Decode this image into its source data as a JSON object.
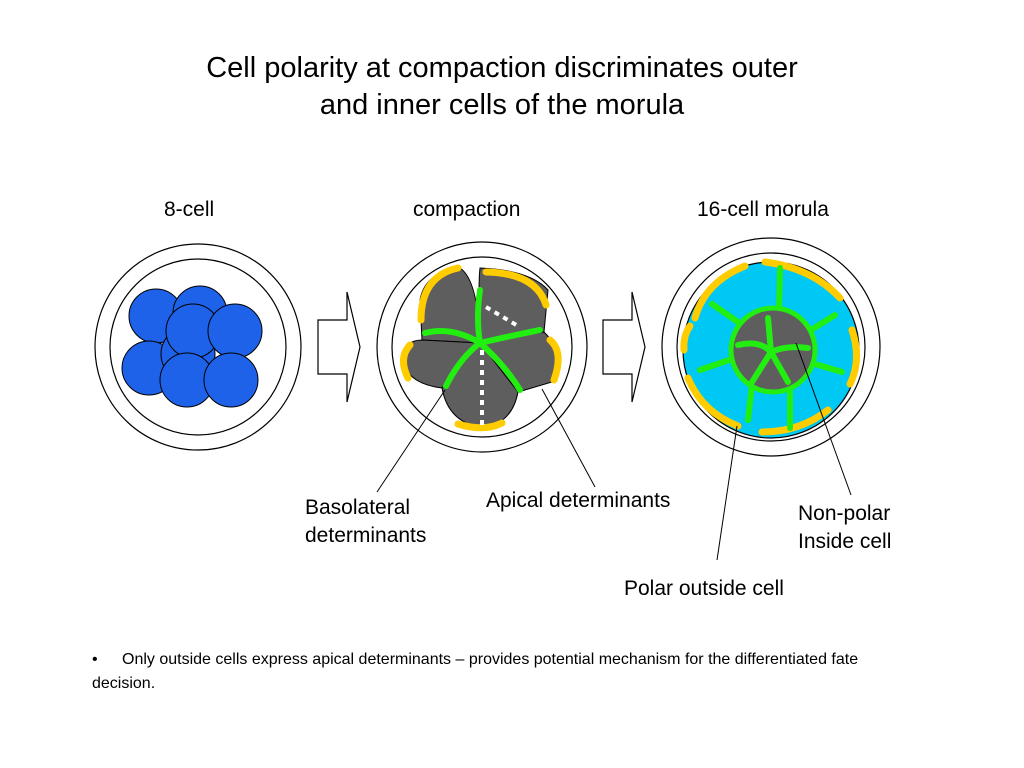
{
  "title": {
    "line1": "Cell polarity at compaction discriminates outer",
    "line2": "and inner cells of the morula"
  },
  "stages": {
    "eight_cell": "8-cell",
    "compaction": "compaction",
    "morula": "16-cell morula"
  },
  "annotations": {
    "basolateral_line1": "Basolateral",
    "basolateral_line2": "determinants",
    "apical": "Apical determinants",
    "nonpolar_line1": "Non-polar",
    "nonpolar_line2": "Inside cell",
    "polar_outside": "Polar outside cell"
  },
  "bullet": {
    "marker": "•",
    "text": "Only outside cells express apical determinants – provides potential mechanism for the differentiated fate decision."
  },
  "colors": {
    "blastomere": "#1d62e8",
    "compacted_cell": "#5e5e5e",
    "outer_cell": "#00c8f5",
    "apical": "#ffcc00",
    "basolateral": "#22ee11",
    "outline": "#000000"
  }
}
